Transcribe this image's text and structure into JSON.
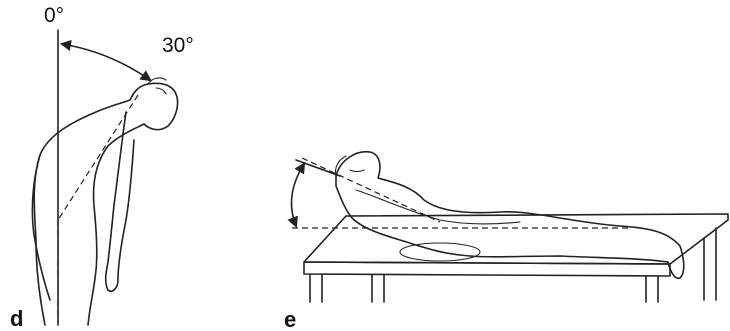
{
  "labels": {
    "angle_zero": "0°",
    "angle_thirty": "30°",
    "panel_d": "d",
    "panel_e": "e"
  }
}
